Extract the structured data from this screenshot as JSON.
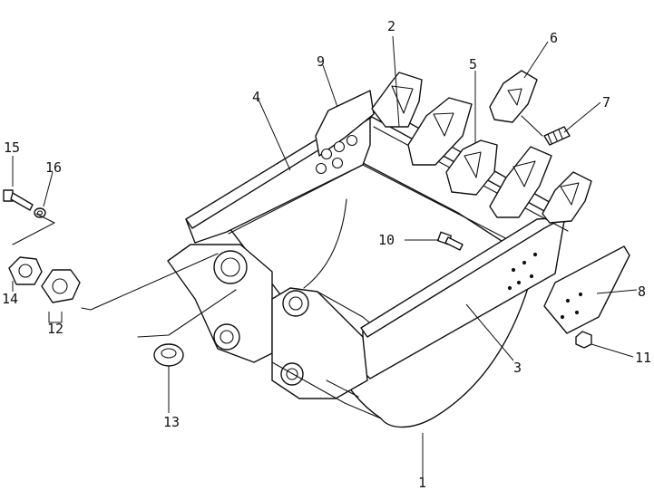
{
  "diagram": {
    "colors": {
      "ink": "#111111",
      "paper": "#ffffff"
    },
    "callouts": [
      "1",
      "2",
      "3",
      "4",
      "5",
      "6",
      "7",
      "8",
      "9",
      "10",
      "11",
      "12",
      "13",
      "14",
      "15",
      "16"
    ]
  }
}
